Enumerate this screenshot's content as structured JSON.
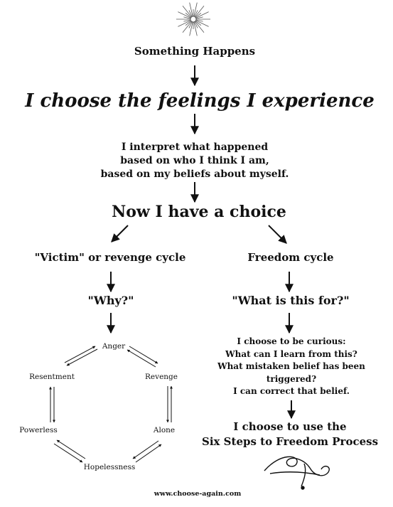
{
  "step_something_happens": "Something Happens",
  "step_choose_feelings": "I choose the feelings I experience",
  "step_interpret": {
    "line1": "I interpret what happened",
    "line2": "based on who I think I am,",
    "line3": "based on my beliefs about myself."
  },
  "step_choice": "Now I have a choice",
  "left_branch": {
    "title": "\"Victim\" or revenge cycle",
    "question": "\"Why?\"",
    "cycle_nodes": [
      "Anger",
      "Revenge",
      "Alone",
      "Hopelessness",
      "Powerless",
      "Resentment"
    ]
  },
  "right_branch": {
    "title": "Freedom cycle",
    "question": "\"What is this for?\"",
    "curious_lines": [
      "I choose to be curious:",
      "What can I learn from this?",
      "What mistaken belief has been",
      "triggered?",
      "I can correct that belief."
    ],
    "end_lines": [
      "I choose to use the",
      "Six Steps to Freedom Process"
    ]
  },
  "footer_url": "www.choose-again.com",
  "icons": [
    "starburst-icon",
    "flourish-ornament-icon"
  ],
  "colors": {
    "ink": "#111111",
    "background": "#ffffff"
  }
}
